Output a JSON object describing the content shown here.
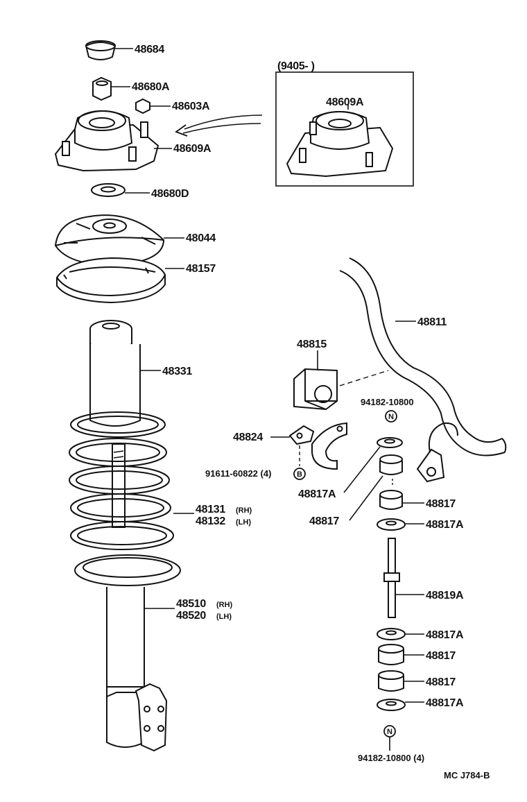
{
  "labels": {
    "p48684": "48684",
    "p48680A": "48680A",
    "p48603A": "48603A",
    "p48609A": "48609A",
    "p48680D": "48680D",
    "p48044": "48044",
    "p48157": "48157",
    "p48331": "48331",
    "p48131": "48131",
    "p48131_side": "(RH)",
    "p48132": "48132",
    "p48132_side": "(LH)",
    "p48510": "48510",
    "p48510_side": "(RH)",
    "p48520": "48520",
    "p48520_side": "(LH)",
    "p48811": "48811",
    "p48815": "48815",
    "bolt_94182_top": "94182-10800",
    "nut_symbol": "N",
    "p48824": "48824",
    "bolt_91611": "91611-60822 (4)",
    "bolt_symbol": "B",
    "p48817A_left": "48817A",
    "p48817_left": "48817",
    "p48817_r1": "48817",
    "p48817A_r1": "48817A",
    "p48819A": "48819A",
    "p48817A_r2": "48817A",
    "p48817_r2": "48817",
    "p48817_r3": "48817",
    "p48817A_r3": "48817A",
    "bolt_94182_bottom": "94182-10800 (4)"
  },
  "inset": {
    "range": "(9405-          )",
    "part": "48609A"
  },
  "footer": {
    "code": "MC J784-B"
  }
}
